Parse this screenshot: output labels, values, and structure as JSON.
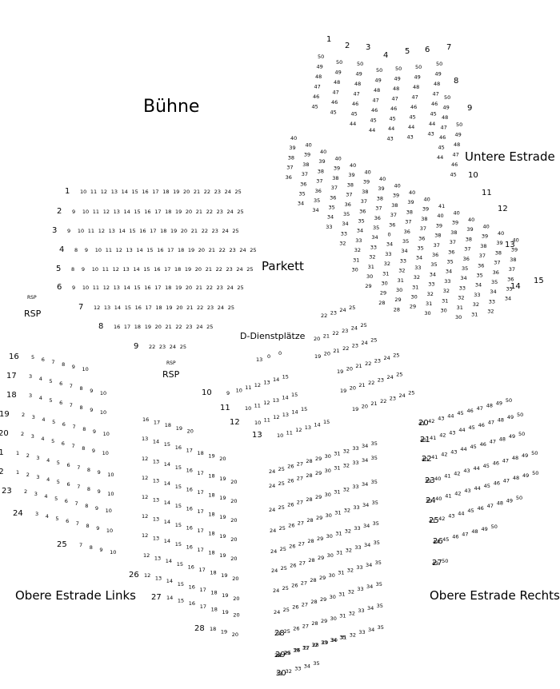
{
  "labels": {
    "stage": "Bühne",
    "parkett": "Parkett",
    "untere_estrade": "Untere Estrade",
    "obere_estrade_links": "Obere Estrade Links",
    "obere_estrade_rechts": "Obere Estrade Rechts",
    "dienstplaetze": "D-Dienstplätze",
    "rsp": "RSP"
  },
  "parkett_rows": [
    {
      "row": "1",
      "seats": [
        "10",
        "11",
        "12",
        "13",
        "14",
        "15",
        "16",
        "17",
        "18",
        "19",
        "20",
        "21",
        "22",
        "23",
        "24",
        "25"
      ]
    },
    {
      "row": "2",
      "seats": [
        "9",
        "10",
        "11",
        "12",
        "13",
        "14",
        "15",
        "16",
        "17",
        "18",
        "19",
        "20",
        "21",
        "22",
        "23",
        "24",
        "25"
      ]
    },
    {
      "row": "3",
      "seats": [
        "9",
        "10",
        "11",
        "12",
        "13",
        "14",
        "15",
        "16",
        "17",
        "18",
        "19",
        "20",
        "21",
        "22",
        "23",
        "24",
        "25"
      ]
    },
    {
      "row": "4",
      "seats": [
        "8",
        "9",
        "10",
        "11",
        "12",
        "13",
        "14",
        "15",
        "16",
        "17",
        "18",
        "19",
        "20",
        "21",
        "22",
        "23",
        "24",
        "25"
      ]
    },
    {
      "row": "5",
      "seats": [
        "8",
        "9",
        "10",
        "11",
        "12",
        "13",
        "14",
        "15",
        "16",
        "17",
        "18",
        "19",
        "20",
        "21",
        "22",
        "23",
        "24",
        "25"
      ]
    },
    {
      "row": "6",
      "seats": [
        "9",
        "10",
        "11",
        "12",
        "13",
        "14",
        "15",
        "16",
        "17",
        "18",
        "19",
        "20",
        "21",
        "22",
        "23",
        "24",
        "25"
      ]
    },
    {
      "row": "7",
      "seats": [
        "12",
        "13",
        "14",
        "15",
        "16",
        "17",
        "18",
        "19",
        "20",
        "21",
        "22",
        "23",
        "24",
        "25"
      ]
    },
    {
      "row": "8",
      "seats": [
        "16",
        "17",
        "18",
        "19",
        "20",
        "21",
        "22",
        "23",
        "24",
        "25"
      ]
    },
    {
      "row": "9",
      "seats": [
        "22",
        "23",
        "24",
        "25"
      ]
    }
  ],
  "parkett_right_rows": [
    {
      "row": "10",
      "seats": [
        "9",
        "10",
        "11",
        "12",
        "13",
        "14",
        "15"
      ]
    },
    {
      "row": "11",
      "seats": [
        "10",
        "11",
        "12",
        "13",
        "14",
        "15"
      ]
    },
    {
      "row": "12",
      "seats": [
        "10",
        "11",
        "12",
        "13",
        "14",
        "15"
      ]
    },
    {
      "row": "13",
      "seats": [
        "10",
        "11",
        "12",
        "13",
        "14",
        "15"
      ]
    }
  ],
  "dienst_seats": [
    "13",
    "0",
    "0"
  ],
  "mid_blocks": [
    {
      "seats": [
        "22",
        "23",
        "24",
        "25"
      ]
    },
    {
      "seats": [
        "20",
        "21",
        "22",
        "23",
        "24",
        "25"
      ]
    },
    {
      "seats": [
        "19",
        "20",
        "21",
        "22",
        "23",
        "24",
        "25"
      ]
    },
    {
      "seats": [
        "19",
        "20",
        "21",
        "22",
        "23",
        "24",
        "25"
      ]
    },
    {
      "seats": [
        "19",
        "20",
        "21",
        "22",
        "23",
        "24",
        "25"
      ]
    },
    {
      "seats": [
        "19",
        "20",
        "21",
        "22",
        "23",
        "24",
        "25"
      ]
    }
  ],
  "untere_top_numbers": [
    "1",
    "2",
    "3",
    "4",
    "5",
    "6",
    "7",
    "8",
    "9"
  ],
  "untere_top_rows": [
    {
      "seats": [
        "50",
        "49",
        "48",
        "47",
        "46",
        "45"
      ]
    },
    {
      "seats": [
        "50",
        "49",
        "48",
        "47",
        "46",
        "45"
      ]
    },
    {
      "seats": [
        "50",
        "49",
        "48",
        "47",
        "46",
        "45",
        "44"
      ]
    },
    {
      "seats": [
        "50",
        "49",
        "48",
        "47",
        "46",
        "45",
        "44"
      ]
    },
    {
      "seats": [
        "50",
        "49",
        "48",
        "47",
        "46",
        "45",
        "44",
        "43"
      ]
    },
    {
      "seats": [
        "50",
        "49",
        "48",
        "47",
        "46",
        "45",
        "44",
        "43"
      ]
    },
    {
      "seats": [
        "50",
        "49",
        "48",
        "47",
        "46",
        "45",
        "44",
        "43"
      ]
    },
    {
      "seats": [
        "50",
        "49",
        "48",
        "47",
        "46",
        "45",
        "44"
      ]
    },
    {
      "seats": [
        "50",
        "49",
        "48",
        "47",
        "46",
        "45"
      ]
    }
  ],
  "untere_right_numbers": [
    "10",
    "11",
    "12",
    "13",
    "14",
    "15"
  ],
  "untere_low_rows": [
    {
      "seats": [
        "40",
        "39",
        "38",
        "37",
        "36"
      ]
    },
    {
      "seats": [
        "40",
        "39",
        "38",
        "37",
        "36",
        "35",
        "34"
      ]
    },
    {
      "seats": [
        "40",
        "39",
        "38",
        "37",
        "36",
        "35",
        "34"
      ]
    },
    {
      "seats": [
        "40",
        "39",
        "38",
        "37",
        "36",
        "35",
        "34",
        "33"
      ]
    },
    {
      "seats": [
        "40",
        "39",
        "38",
        "37",
        "36",
        "35",
        "34",
        "33",
        "32"
      ]
    },
    {
      "seats": [
        "40",
        "39",
        "38",
        "37",
        "36",
        "35",
        "34",
        "33",
        "32",
        "31",
        "30"
      ]
    },
    {
      "seats": [
        "40",
        "39",
        "38",
        "37",
        "36",
        "35",
        "34",
        "33",
        "32",
        "31",
        "30",
        "29"
      ]
    },
    {
      "seats": [
        "40",
        "39",
        "38",
        "37",
        "36",
        "0",
        "34",
        "33",
        "32",
        "31",
        "30",
        "29",
        "28"
      ]
    },
    {
      "seats": [
        "40",
        "39",
        "38",
        "37",
        "36",
        "35",
        "34",
        "33",
        "32",
        "31",
        "30",
        "29",
        "28"
      ]
    },
    {
      "seats": [
        "40",
        "39",
        "38",
        "37",
        "36",
        "35",
        "34",
        "33",
        "32",
        "31",
        "30",
        "29"
      ]
    },
    {
      "seats": [
        "41",
        "40",
        "39",
        "38",
        "37",
        "36",
        "35",
        "34",
        "33",
        "32",
        "31",
        "30"
      ]
    },
    {
      "seats": [
        "40",
        "39",
        "38",
        "37",
        "36",
        "35",
        "34",
        "33",
        "32",
        "31",
        "30"
      ]
    },
    {
      "seats": [
        "40",
        "39",
        "38",
        "37",
        "36",
        "35",
        "34",
        "33",
        "32",
        "31",
        "30"
      ]
    },
    {
      "seats": [
        "40",
        "39",
        "38",
        "37",
        "36",
        "35",
        "34",
        "33",
        "32",
        "31"
      ]
    },
    {
      "seats": [
        "40",
        "39",
        "38",
        "37",
        "36",
        "35",
        "34",
        "33",
        "32"
      ]
    },
    {
      "seats": [
        "40",
        "39",
        "38",
        "37",
        "36",
        "35",
        "34"
      ]
    }
  ],
  "links_rows": [
    {
      "row": "16",
      "seats": [
        "5",
        "6",
        "7",
        "8",
        "9",
        "10"
      ]
    },
    {
      "row": "17",
      "seats": [
        "3",
        "4",
        "5",
        "6",
        "7",
        "8",
        "9",
        "10"
      ]
    },
    {
      "row": "18",
      "seats": [
        "3",
        "4",
        "5",
        "6",
        "7",
        "8",
        "9",
        "10"
      ]
    },
    {
      "row": "19",
      "seats": [
        "2",
        "3",
        "4",
        "5",
        "6",
        "7",
        "8",
        "9",
        "10"
      ]
    },
    {
      "row": "20",
      "seats": [
        "2",
        "3",
        "4",
        "5",
        "6",
        "7",
        "8",
        "9",
        "10"
      ]
    },
    {
      "row": "21",
      "seats": [
        "1",
        "2",
        "3",
        "4",
        "5",
        "6",
        "7",
        "8",
        "9",
        "10"
      ]
    },
    {
      "row": "22",
      "seats": [
        "1",
        "2",
        "3",
        "4",
        "5",
        "6",
        "7",
        "8",
        "9",
        "10"
      ]
    },
    {
      "row": "23",
      "seats": [
        "2",
        "3",
        "4",
        "5",
        "6",
        "7",
        "8",
        "9",
        "10"
      ]
    },
    {
      "row": "24",
      "seats": [
        "3",
        "4",
        "5",
        "6",
        "7",
        "8",
        "9",
        "10"
      ]
    },
    {
      "row": "25",
      "seats": [
        "7",
        "8",
        "9",
        "10"
      ]
    }
  ],
  "links_inner_rows": [
    {
      "row": "",
      "seats": [
        "16",
        "17",
        "18",
        "19",
        "20"
      ]
    },
    {
      "row": "",
      "seats": [
        "13",
        "14",
        "15",
        "16",
        "17",
        "18",
        "19",
        "20"
      ]
    },
    {
      "row": "",
      "seats": [
        "12",
        "13",
        "14",
        "15",
        "16",
        "17",
        "18",
        "19",
        "20"
      ]
    },
    {
      "row": "",
      "seats": [
        "12",
        "13",
        "14",
        "15",
        "16",
        "17",
        "18",
        "19",
        "20"
      ]
    },
    {
      "row": "",
      "seats": [
        "12",
        "13",
        "14",
        "15",
        "16",
        "17",
        "18",
        "19",
        "20"
      ]
    },
    {
      "row": "",
      "seats": [
        "12",
        "13",
        "14",
        "15",
        "16",
        "17",
        "18",
        "19",
        "20"
      ]
    },
    {
      "row": "",
      "seats": [
        "12",
        "13",
        "14",
        "15",
        "16",
        "17",
        "18",
        "19",
        "20"
      ]
    },
    {
      "row": "",
      "seats": [
        "12",
        "13",
        "14",
        "15",
        "16",
        "17",
        "18",
        "19",
        "20"
      ]
    },
    {
      "row": "26",
      "seats": [
        "12",
        "13",
        "14",
        "15",
        "16",
        "17",
        "18",
        "19",
        "20"
      ]
    },
    {
      "row": "27",
      "seats": [
        "14",
        "15",
        "16",
        "17",
        "18",
        "19",
        "20"
      ]
    },
    {
      "row": "28",
      "seats": [
        "18",
        "19",
        "20"
      ]
    }
  ],
  "center_rows": [
    {
      "row": "",
      "seats": [
        "24",
        "25",
        "26",
        "27",
        "28",
        "29",
        "30",
        "31",
        "32",
        "33",
        "34",
        "35"
      ]
    },
    {
      "row": "",
      "seats": [
        "24",
        "25",
        "26",
        "27",
        "28",
        "29",
        "30",
        "31",
        "32",
        "33",
        "34",
        "35"
      ]
    },
    {
      "row": "",
      "seats": [
        "24",
        "25",
        "26",
        "27",
        "28",
        "29",
        "30",
        "31",
        "32",
        "33",
        "34",
        "35"
      ]
    },
    {
      "row": "",
      "seats": [
        "24",
        "25",
        "26",
        "27",
        "28",
        "29",
        "30",
        "31",
        "32",
        "33",
        "34",
        "35"
      ]
    },
    {
      "row": "",
      "seats": [
        "24",
        "25",
        "26",
        "27",
        "28",
        "29",
        "30",
        "31",
        "32",
        "33",
        "34",
        "35"
      ]
    },
    {
      "row": "",
      "seats": [
        "24",
        "25",
        "26",
        "27",
        "28",
        "29",
        "30",
        "31",
        "32",
        "33",
        "34",
        "35"
      ]
    },
    {
      "row": "",
      "seats": [
        "24",
        "25",
        "26",
        "27",
        "28",
        "29",
        "30",
        "31",
        "32",
        "33",
        "34",
        "35"
      ]
    },
    {
      "row": "",
      "seats": [
        "24",
        "25",
        "26",
        "27",
        "28",
        "29",
        "30",
        "31",
        "32",
        "33",
        "34",
        "35"
      ]
    },
    {
      "row": "28",
      "seats": [
        "24",
        "25",
        "26",
        "27",
        "28",
        "29",
        "30",
        "31",
        "32",
        "33",
        "34",
        "35"
      ]
    },
    {
      "row": "29",
      "seats": [
        "24",
        "25",
        "26",
        "27",
        "28",
        "29",
        "30",
        "31",
        "32",
        "33",
        "34",
        "35"
      ]
    },
    {
      "row": "",
      "seats": [
        "28",
        "29",
        "30",
        "31",
        "32",
        "33",
        "34",
        "35"
      ]
    },
    {
      "row": "30",
      "seats": [
        "31",
        "32",
        "33",
        "34",
        "35"
      ]
    }
  ],
  "rechts_rows": [
    {
      "row": "20",
      "seats": [
        "41",
        "42",
        "43",
        "44",
        "45",
        "46",
        "47",
        "48",
        "49",
        "50"
      ]
    },
    {
      "row": "21",
      "seats": [
        "40",
        "41",
        "42",
        "43",
        "44",
        "45",
        "46",
        "47",
        "48",
        "49",
        "50"
      ]
    },
    {
      "row": "22",
      "seats": [
        "40",
        "41",
        "42",
        "43",
        "44",
        "45",
        "46",
        "47",
        "48",
        "49",
        "50"
      ]
    },
    {
      "row": "23",
      "seats": [
        "39",
        "40",
        "41",
        "42",
        "43",
        "44",
        "45",
        "46",
        "47",
        "48",
        "49",
        "50"
      ]
    },
    {
      "row": "24",
      "seats": [
        "39",
        "40",
        "41",
        "42",
        "43",
        "44",
        "45",
        "46",
        "47",
        "48",
        "49",
        "50"
      ]
    },
    {
      "row": "25",
      "seats": [
        "41",
        "42",
        "43",
        "44",
        "45",
        "46",
        "47",
        "48",
        "49",
        "50"
      ]
    },
    {
      "row": "26",
      "seats": [
        "44",
        "45",
        "46",
        "47",
        "48",
        "49",
        "50"
      ]
    },
    {
      "row": "27",
      "seats": [
        "49",
        "50"
      ]
    }
  ]
}
